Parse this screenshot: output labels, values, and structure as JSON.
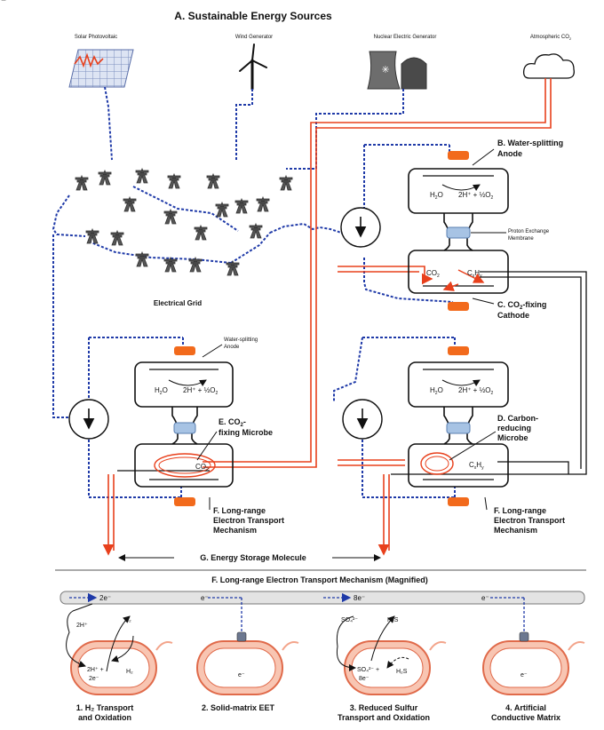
{
  "title": "A. Sustainable Energy Sources",
  "sources": {
    "solar": "Solar Photovoltaic",
    "wind": "Wind Generator",
    "nuclear": "Nuclear Electric Generator",
    "co2": "Atmospheric CO",
    "co2_sub": "2"
  },
  "grid_label": "Electrical Grid",
  "labels": {
    "B_1": "B. Water-splitting",
    "B_2": "Anode",
    "pem_1": "Proton Exchange",
    "pem_2": "Membrane",
    "C_1": "C. CO",
    "C_1sub": "2",
    "C_1rest": "-fixing",
    "C_2": "Cathode",
    "ws_1": "Water-splitting",
    "ws_2": "Anode",
    "E_1": "E. CO",
    "E_1sub": "2",
    "E_1rest": "-",
    "E_2": "fixing Microbe",
    "D_1": "D. Carbon-",
    "D_2": "reducing",
    "D_3": "Microbe",
    "F_1": "F. Long-range",
    "F_2": "Electron Transport",
    "F_3": "Mechanism",
    "G": "G. Energy Storage Molecule"
  },
  "chem": {
    "h2o": "H",
    "h2o_sub": "2",
    "h2o_end": "O",
    "h2o_split": "2H⁺ + ½O",
    "h2o_split_sub": "2",
    "co2": "CO",
    "co2_sub": "2",
    "cxhy": "C",
    "cxhy_x": "x",
    "cxhy_h": "H",
    "cxhy_y": "y"
  },
  "magnified": {
    "title": "F. Long-range Electron Transport Mechanism (Magnified)",
    "e2": "2e⁻",
    "e_a": "e⁻",
    "e8": "8e⁻",
    "e_b": "e⁻",
    "panel1": {
      "a": "2H⁺",
      "b": "H₂",
      "c": "2H⁺ +",
      "d": "2e⁻",
      "e": "H₂",
      "cap1": "1. H₂ Transport",
      "cap2": "and Oxidation"
    },
    "panel2": {
      "e": "e⁻",
      "cap1": "2. Solid-matrix EET",
      "cap2": ""
    },
    "panel3": {
      "a": "SO₄²⁻",
      "b": "H₂S",
      "c": "SO₄²⁻ +",
      "d": "8e⁻",
      "e": "H₂S",
      "cap1": "3. Reduced Sulfur",
      "cap2": "Transport and Oxidation"
    },
    "panel4": {
      "e": "e⁻",
      "cap1": "4. Artificial",
      "cap2": "Conductive Matrix"
    }
  }
}
